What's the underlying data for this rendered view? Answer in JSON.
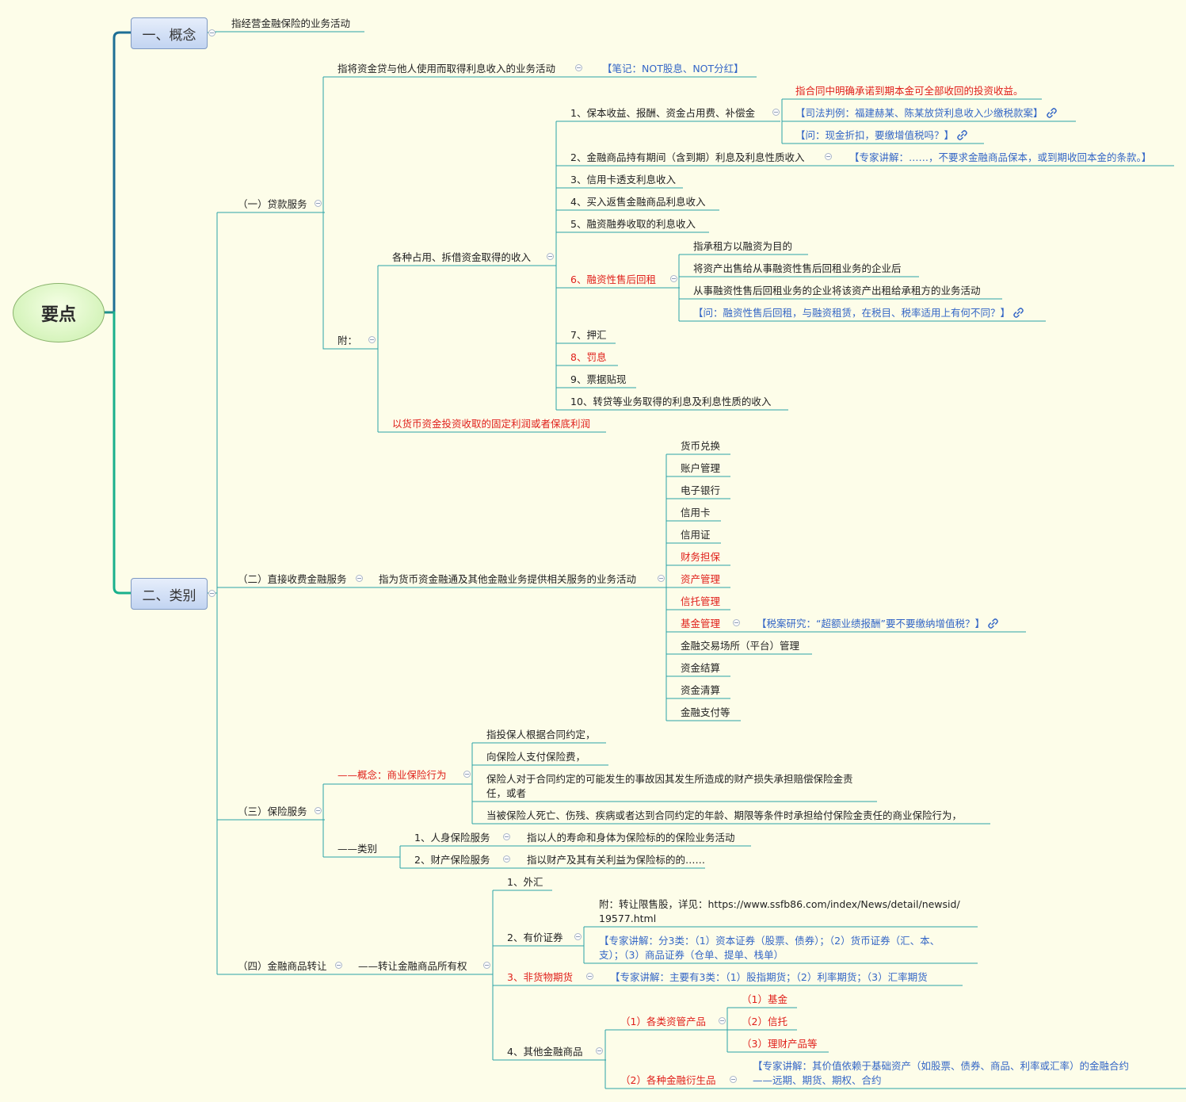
{
  "root": "要点",
  "concept": {
    "label": "一、概念",
    "def": "指经营金融保险的业务活动"
  },
  "category": {
    "label": "二、类别"
  },
  "loan": {
    "label": "（一）贷款服务",
    "def": "指将资金贷与他人使用而取得利息收入的业务活动",
    "note": "【笔记：NOT股息、NOT分红】",
    "appendix": "附：",
    "occupy": "各种占用、拆借资金取得的收入",
    "fixed_profit": "以货币资金投资收取的固定利润或者保底利润",
    "items": {
      "i1": "1、保本收益、报酬、资金占用费、补偿金",
      "i1_a": "指合同中明确承诺到期本金可全部收回的投资收益。",
      "i1_b": "【司法判例：福建赫某、陈某放贷利息收入少缴税款案】",
      "i1_c": "【问：现金折扣，要缴增值税吗？】",
      "i2": "2、金融商品持有期间（含到期）利息及利息性质收入",
      "i2_note": "【专家讲解：……，不要求金融商品保本，或到期收回本金的条款。】",
      "i3": "3、信用卡透支利息收入",
      "i4": "4、买入返售金融商品利息收入",
      "i5": "5、融资融券收取的利息收入",
      "i6": "6、融资性售后回租",
      "i6_a": "指承租方以融资为目的",
      "i6_b": "将资产出售给从事融资性售后回租业务的企业后",
      "i6_c": "从事融资性售后回租业务的企业将该资产出租给承租方的业务活动",
      "i6_d": "【问：融资性售后回租，与融资租赁，在税目、税率适用上有何不同？】",
      "i7": "7、押汇",
      "i8": "8、罚息",
      "i9": "9、票据贴现",
      "i10": "10、转贷等业务取得的利息及利息性质的收入"
    }
  },
  "direct": {
    "label": "（二）直接收费金融服务",
    "def": "指为货币资金融通及其他金融业务提供相关服务的业务活动",
    "items": [
      "货币兑换",
      "账户管理",
      "电子银行",
      "信用卡",
      "信用证",
      "财务担保",
      "资产管理",
      "信托管理",
      "基金管理",
      "金融交易场所（平台）管理",
      "资金结算",
      "资金清算",
      "金融支付等"
    ],
    "fund_note": "【税案研究：“超额业绩报酬”要不要缴纳增值税？】"
  },
  "insurance": {
    "label": "（三）保险服务",
    "concept": "——概念：商业保险行为",
    "c1": "指投保人根据合同约定，",
    "c2": "向保险人支付保险费，",
    "c3a": "保险人对于合同约定的可能发生的事故因其发生所造成的财产损失承担赔偿保险金责",
    "c3b": "任，或者",
    "c4": "当被保险人死亡、伤残、疾病或者达到合同约定的年龄、期限等条件时承担给付保险金责任的商业保险行为，",
    "kind": "——类别",
    "k1": "1、人身保险服务",
    "k1_def": "指以人的寿命和身体为保险标的的保险业务活动",
    "k2": "2、财产保险服务",
    "k2_def": "指以财产及其有关利益为保险标的的……"
  },
  "transfer": {
    "label": "（四）金融商品转让",
    "def": "——转让金融商品所有权",
    "t1": "1、外汇",
    "t2": "2、有价证券",
    "t2_a1": "附：转让限售股，详见：https://www.ssfb86.com/index/News/detail/newsid/",
    "t2_a2": "19577.html",
    "t2_b1": "【专家讲解：分3类：（1）资本证券（股票、债券）；（2）货币证券（汇、本、",
    "t2_b2": "支）；（3）商品证券（仓单、提单、栈单）",
    "t3": "3、非货物期货",
    "t3_note": "【专家讲解：主要有3类：（1）股指期货；（2）利率期货；（3）汇率期货",
    "t4": "4、其他金融商品",
    "t4_1": "（1）各类资管产品",
    "t4_1a": "（1）基金",
    "t4_1b": "（2）信托",
    "t4_1c": "（3）理财产品等",
    "t4_2": "（2）各种金融衍生品",
    "t4_2a1": "【专家讲解：其价值依赖于基础资产（如股票、债券、商品、利率或汇率）的金融合约",
    "t4_2a2": "——远期、期货、期权、合约"
  }
}
